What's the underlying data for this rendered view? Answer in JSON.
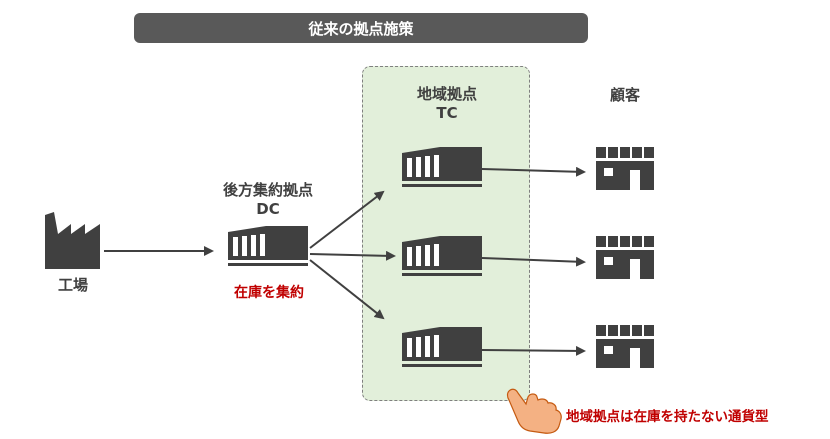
{
  "header": {
    "title": "従来の拠点施策"
  },
  "nodes": {
    "factory": {
      "label": "工場",
      "icon": "factory-icon"
    },
    "dc": {
      "label_line1": "後方集約拠点",
      "label_line2": "DC",
      "note": "在庫を集約",
      "icon": "warehouse-icon"
    },
    "tc": {
      "label_line1": "地域拠点",
      "label_line2": "TC",
      "icon": "warehouse-icon"
    },
    "customer": {
      "label": "顧客",
      "icon": "store-icon"
    }
  },
  "callout": {
    "text": "地域拠点は在庫を持たない通貨型",
    "icon": "pointing-hand-icon"
  },
  "colors": {
    "dark": "#404040",
    "accent_red": "#c00000",
    "zone_green": "#e2efda",
    "header_bg": "#595959",
    "hand": "#f4b183"
  }
}
